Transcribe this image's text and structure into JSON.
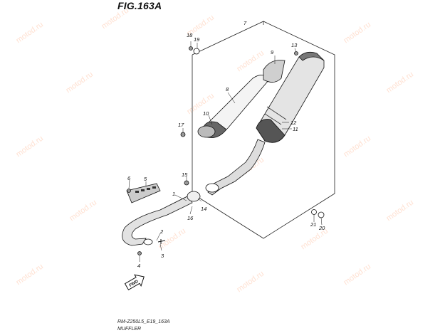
{
  "figure": {
    "title": "FIG.163A",
    "code": "RM-Z250L5_E19_163A",
    "caption": "MUFFLER"
  },
  "watermark": {
    "text": "motod.ru",
    "color": "#ffd8c4"
  },
  "parts": {
    "p1": "1",
    "p2": "2",
    "p3": "3",
    "p4": "4",
    "p5": "5",
    "p6": "6",
    "p7": "7",
    "p8": "8",
    "p9": "9",
    "p10": "10",
    "p11": "11",
    "p12": "12",
    "p13": "13",
    "p14": "14",
    "p15": "15",
    "p16": "16",
    "p17": "17",
    "p18": "18",
    "p19": "19",
    "p20": "20",
    "p21": "21"
  },
  "fwd_label": "FWD"
}
